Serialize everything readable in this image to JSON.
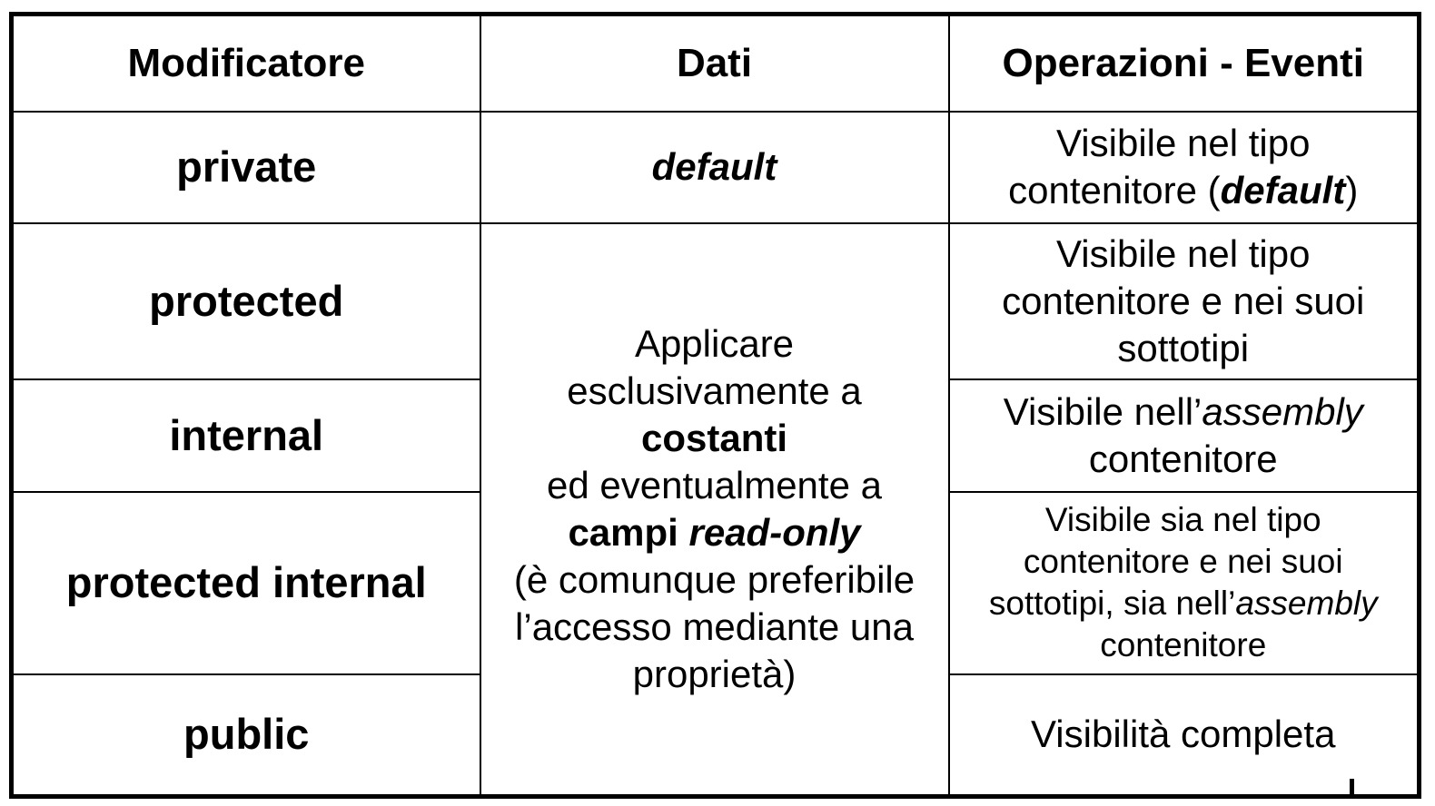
{
  "header": {
    "col1": "Modificatore",
    "col2": "Dati",
    "col3": "Operazioni - Eventi"
  },
  "rows": [
    {
      "modifier": "private",
      "data": "default",
      "ops": {
        "line1": "Visibile nel tipo",
        "line2_a": "contenitore (",
        "line2_b": "default",
        "line2_c": ")"
      }
    },
    {
      "modifier": "protected",
      "ops": {
        "line1": "Visibile nel tipo",
        "line2": "contenitore e nei suoi",
        "line3": "sottotipi"
      }
    },
    {
      "modifier": "internal",
      "ops": {
        "line1_a": "Visibile nell’",
        "line1_b": "assembly",
        "line2": "contenitore"
      }
    },
    {
      "modifier": "protected internal",
      "ops": {
        "line1": "Visibile sia nel tipo",
        "line2": "contenitore e nei suoi",
        "line3_a": "sottotipi, sia nell’",
        "line3_b": "assembly",
        "line4": "contenitore"
      }
    },
    {
      "modifier": "public",
      "ops": {
        "line1": "Visibilità completa"
      }
    }
  ],
  "shared_data": {
    "line1": "Applicare",
    "line2": "esclusivamente a",
    "line3": "costanti",
    "line4": "ed eventualmente a",
    "line5_a": "campi ",
    "line5_b": "read-only",
    "line6": "(è comunque preferibile",
    "line7": "l’accesso mediante una",
    "line8": "proprietà)"
  }
}
